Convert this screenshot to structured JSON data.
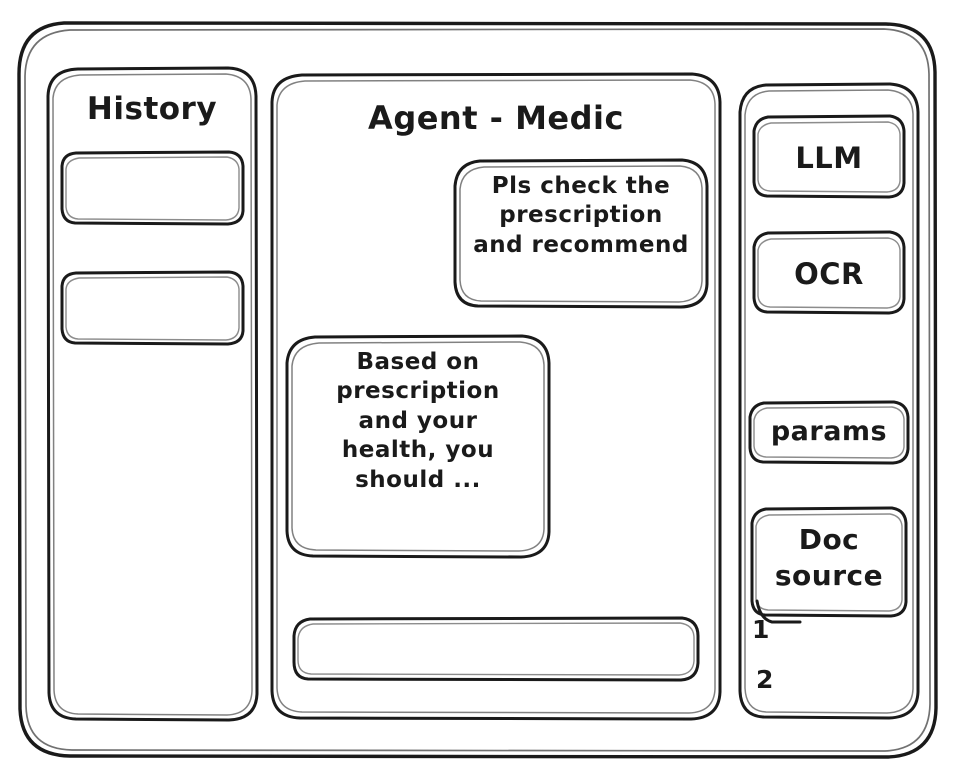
{
  "style": {
    "stroke_color": "#1a1a1a",
    "background": "#ffffff",
    "look": "hand-drawn wireframe sketch"
  },
  "window": {
    "name": "app-window-frame"
  },
  "sidebar": {
    "title": "History",
    "items": [
      {
        "name": "history-entry-1",
        "label": ""
      },
      {
        "name": "history-entry-2",
        "label": ""
      }
    ]
  },
  "main": {
    "title": "Agent - Medic",
    "messages": [
      {
        "role": "user",
        "text": "Pls check the\nprescription\nand recommend"
      },
      {
        "role": "assistant",
        "text": "Based on\nprescription\nand your\nhealth, you\nshould ..."
      }
    ],
    "composer": {
      "value": "",
      "placeholder": ""
    }
  },
  "tools": {
    "cards": [
      {
        "name": "tool-card-llm",
        "label": "LLM"
      },
      {
        "name": "tool-card-ocr",
        "label": "OCR"
      },
      {
        "name": "tool-card-params",
        "label": "params"
      },
      {
        "name": "tool-card-doc-source",
        "label": "Doc\nsource"
      }
    ],
    "doc_references": [
      {
        "label": "1"
      },
      {
        "label": "2"
      }
    ]
  }
}
